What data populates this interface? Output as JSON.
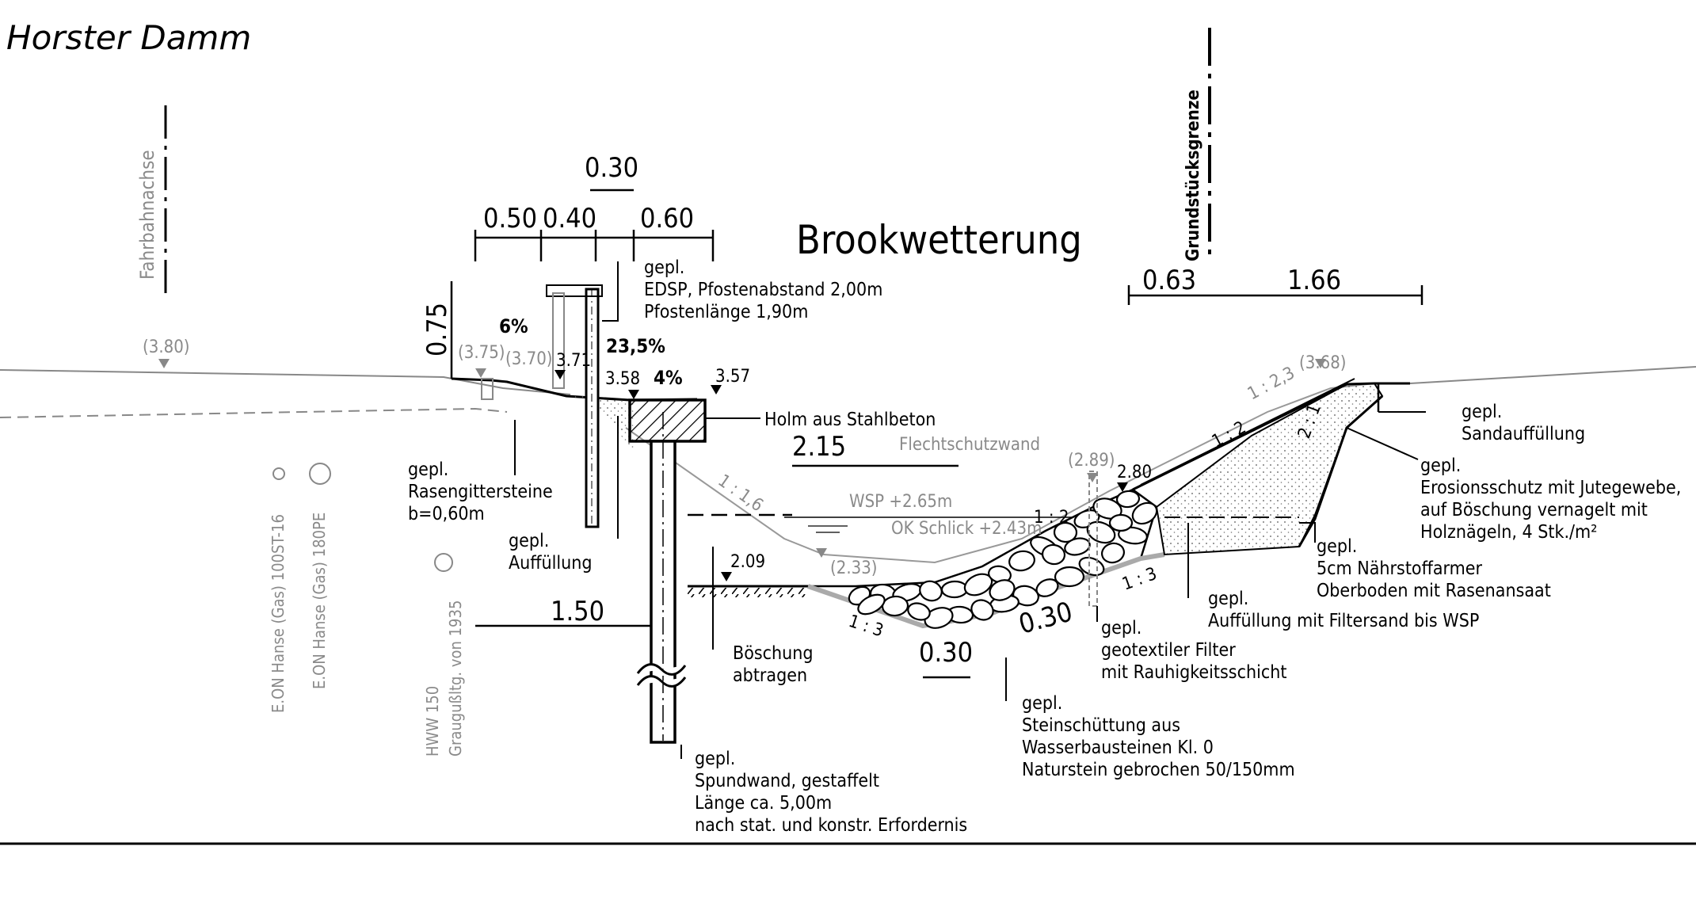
{
  "title": "Horster Damm",
  "water_name": "Brookwetterung",
  "axis_label": "Fahrbahnachse",
  "boundary_label": "Grundstücksgrenze",
  "dims": {
    "d030_top": "0.30",
    "d050": "0.50",
    "d040": "0.40",
    "d060": "0.60",
    "d075": "0.75",
    "d063": "0.63",
    "d166": "1.66",
    "d215": "2.15",
    "d150": "1.50",
    "d030_bottom": "0.30",
    "d030_arrow": "0.30"
  },
  "slopes": {
    "s6": "6%",
    "s235": "23,5%",
    "s4": "4%",
    "s116": "1 : 1,6",
    "s12a": "1 : 2",
    "s12b": "1 : 2",
    "s123": "1 : 2,3",
    "s21": "2 : 1",
    "s13a": "1 : 3",
    "s13b": "1 : 3"
  },
  "levels": {
    "l380": "(3.80)",
    "l375": "(3.75)",
    "l370": "(3.70)",
    "l371": "3.71",
    "l358": "3.58",
    "l357": "3.57",
    "l368": "(3.68)",
    "l289": "(2.89)",
    "l280": "2.80",
    "l233": "(2.33)",
    "l209": "2.09",
    "wsp": "WSP +2.65m",
    "schlick": "OK Schlick +2.43m"
  },
  "labels": {
    "fence": [
      "gepl.",
      "EDSP, Pfostenabstand 2,00m",
      "Pfostenlänge 1,90m"
    ],
    "holm": "Holm aus Stahlbeton",
    "flechtschutz": "Flechtschutzwand",
    "rasen": [
      "gepl.",
      "Rasengittersteine",
      "b=0,60m"
    ],
    "auffuellung": [
      "gepl.",
      "Auffüllung"
    ],
    "boeschung": [
      "Böschung",
      "abtragen"
    ],
    "spundwand": [
      "gepl.",
      "Spundwand, gestaffelt",
      "Länge ca. 5,00m",
      "nach stat. und konstr. Erfordernis"
    ],
    "stein": [
      "gepl.",
      "Steinschüttung aus",
      "Wasserbausteinen Kl. 0",
      "Naturstein gebrochen 50/150mm"
    ],
    "geotex": [
      "gepl.",
      "geotextiler Filter",
      "mit Rauhigkeitsschicht"
    ],
    "filtersand": [
      "gepl.",
      "Auffüllung mit Filtersand bis WSP"
    ],
    "oberboden": [
      "gepl.",
      "5cm Nährstoffarmer",
      "Oberboden mit Rasenansaat"
    ],
    "erosion": [
      "gepl.",
      "Erosionsschutz mit Jutegewebe,",
      "auf Böschung vernagelt mit",
      "Holznägeln, 4 Stk./m²"
    ],
    "sand": [
      "gepl.",
      "Sandauffüllung"
    ]
  },
  "utilities": {
    "u1": "E.ON Hanse (Gas) 100ST-16",
    "u2": "E.ON Hanse (Gas) 180PE",
    "u3": "HWW 150",
    "u4": "Graugußltg. von 1935"
  },
  "colors": {
    "line": "#000000",
    "grey": "#8a8a8a",
    "stone_fill": "#ffffff"
  }
}
